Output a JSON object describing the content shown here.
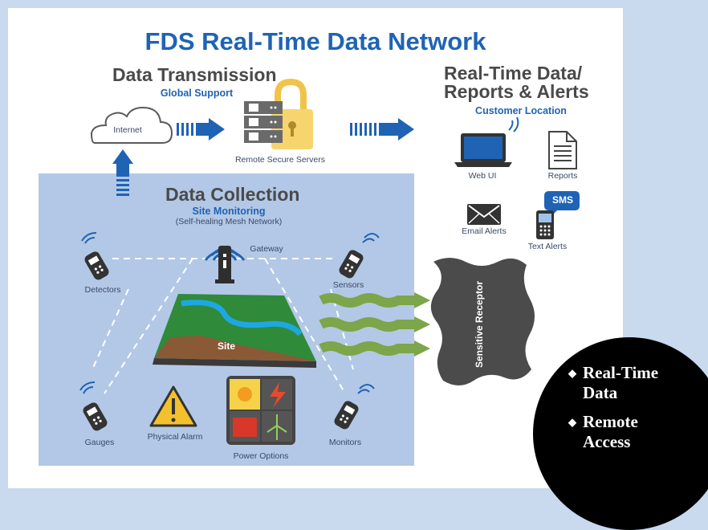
{
  "title": "FDS Real-Time Data Network",
  "transmission": {
    "heading": "Data Transmission",
    "sub": "Global Support",
    "internet_label": "Internet",
    "servers_label": "Remote Secure Servers"
  },
  "reports": {
    "heading_line1": "Real-Time Data/",
    "heading_line2": "Reports & Alerts",
    "sub": "Customer Location",
    "web_ui": "Web UI",
    "reports_label": "Reports",
    "email_alerts": "Email Alerts",
    "text_alerts": "Text Alerts",
    "sms": "SMS"
  },
  "collection": {
    "heading": "Data Collection",
    "sub": "Site Monitoring",
    "sub2": "(Self-healing Mesh Network)",
    "gateway": "Gateway",
    "detectors": "Detectors",
    "sensors": "Sensors",
    "gauges": "Gauges",
    "monitors": "Monitors",
    "physical_alarm": "Physical Alarm",
    "power_options": "Power Options",
    "site": "Site"
  },
  "receptor": "Sensitive Receptor",
  "bullets": [
    "Real-Time Data",
    "Remote Access"
  ],
  "colors": {
    "brand_blue": "#1f63b4",
    "panel_blue": "#b3c8e6",
    "green_arrow": "#7da54a",
    "receptor_gray": "#4b4b4b"
  }
}
